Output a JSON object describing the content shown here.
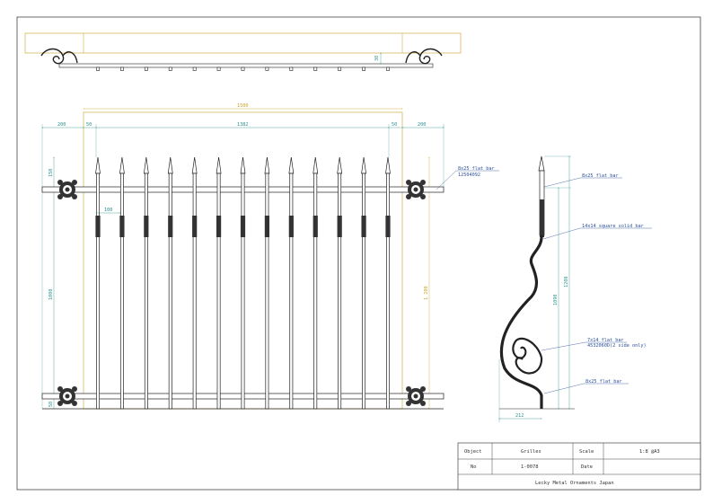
{
  "dimensions": {
    "d200_left": "200",
    "d50_left": "50",
    "d1382": "1382",
    "d50_right": "50",
    "d200_right": "200",
    "d1500": "1500",
    "d150": "150",
    "d1000": "1000",
    "d50_bottom": "50",
    "d1200_right": "1 200",
    "d100": "100",
    "d30_top": "30",
    "side_1090": "1090",
    "side_1200": "1200",
    "side_212": "212"
  },
  "annotations": {
    "flatbar_front_1": "8x25 flat bar",
    "flatbar_front_2": "12504092",
    "side_flatbar_top": "8x25 flat bar",
    "side_square_bar": "14x14 square solid bar",
    "side_flatbar_mid_1": "7x14 flat bar",
    "side_flatbar_mid_2": "4532060D(2 side only)",
    "side_flatbar_bottom": "8x25 flat bar"
  },
  "title_block": {
    "object_label": "Object",
    "object_value": "Grilles",
    "scale_label": "Scale",
    "scale_value": "1:8 @A3",
    "no_label": "No",
    "no_value": "1-0078",
    "date_label": "Date",
    "date_value": "",
    "company": "Lecky Metal Ornaments Japan"
  },
  "colors": {
    "frame": "#444444",
    "dimension": "#2a8f8a",
    "overall": "#c9a227",
    "note": "#2a4f99",
    "steel": "#222222"
  }
}
